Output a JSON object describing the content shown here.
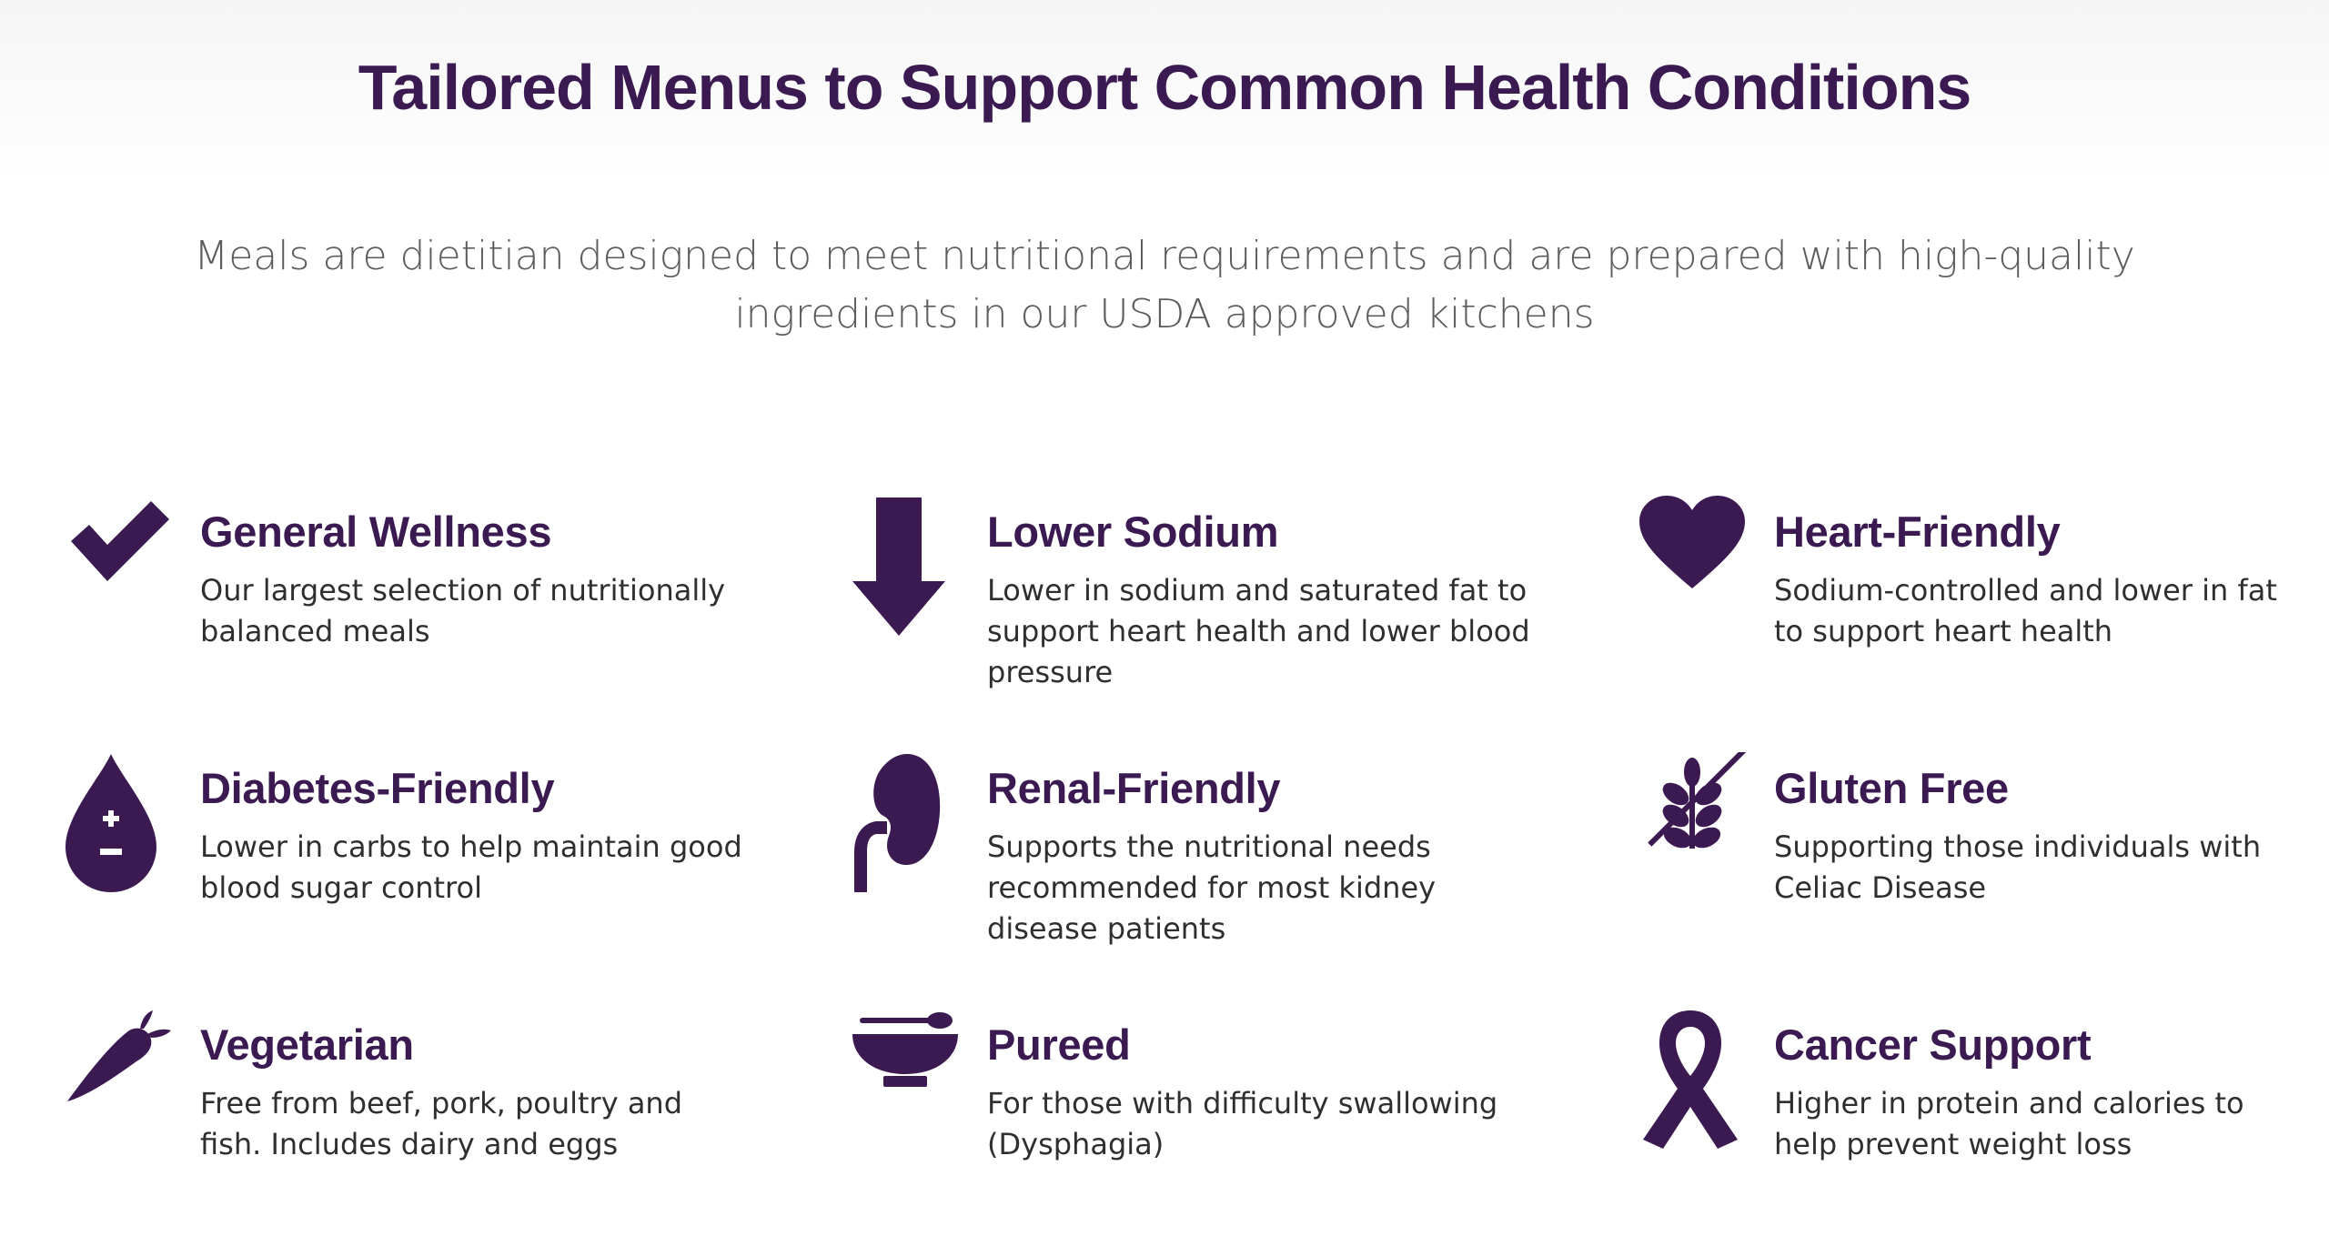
{
  "header": {
    "title": "Tailored Menus to Support Common Health Conditions",
    "subtitle": "Meals are dietitian designed to meet nutritional requirements and are prepared with high-quality ingredients in our USDA approved kitchens"
  },
  "colors": {
    "brand": "#3b1a52",
    "subtitle": "#5c5c5c",
    "body_text": "#2f2f2f"
  },
  "conditions": [
    {
      "icon": "checkmark-icon",
      "title": "General Wellness",
      "description": "Our largest selection of nutritionally balanced meals"
    },
    {
      "icon": "arrow-down-icon",
      "title": "Lower Sodium",
      "description": "Lower in sodium and saturated fat to support heart health and lower blood pressure"
    },
    {
      "icon": "heart-icon",
      "title": "Heart-Friendly",
      "description": "Sodium-controlled and lower in fat to support heart health"
    },
    {
      "icon": "blood-drop-icon",
      "title": "Diabetes-Friendly",
      "description": "Lower in carbs to help maintain good blood sugar control"
    },
    {
      "icon": "kidney-icon",
      "title": "Renal-Friendly",
      "description": "Supports the nutritional needs recommended for most kidney disease patients"
    },
    {
      "icon": "crossed-wheat-icon",
      "title": "Gluten Free",
      "description": "Supporting those individuals with Celiac Disease"
    },
    {
      "icon": "carrot-icon",
      "title": "Vegetarian",
      "description": "Free from beef, pork, poultry and fish. Includes dairy and eggs"
    },
    {
      "icon": "bowl-spoon-icon",
      "title": "Pureed",
      "description": "For those with difficulty swallowing (Dysphagia)"
    },
    {
      "icon": "ribbon-icon",
      "title": "Cancer Support",
      "description": "Higher in protein and calories to help prevent weight loss"
    }
  ]
}
